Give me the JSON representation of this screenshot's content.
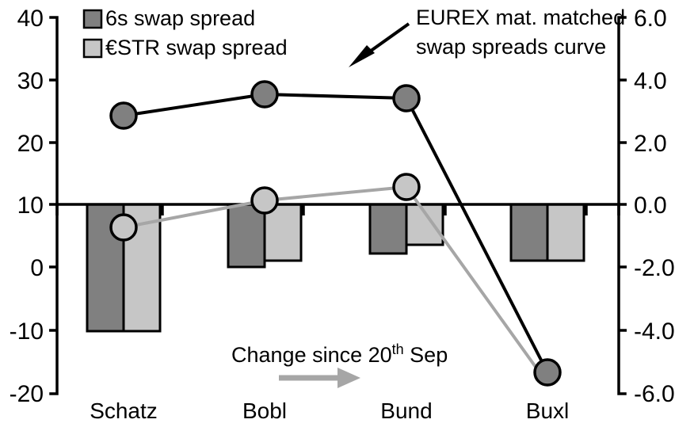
{
  "chart_data": {
    "type": "bar",
    "title": "",
    "subtitle": "",
    "xlabel": "",
    "ylabel": "",
    "y2label": "",
    "categories": [
      "Schatz",
      "Bobl",
      "Bund",
      "Buxl"
    ],
    "left_axis": {
      "ticks": [
        "40",
        "30",
        "20",
        "10",
        "0",
        "-10",
        "-20"
      ],
      "ylim": [
        -20,
        40
      ],
      "step": 10
    },
    "right_axis": {
      "ticks": [
        "6.0",
        "4.0",
        "2.0",
        "0.0",
        "-2.0",
        "-4.0",
        "-6.0"
      ],
      "ylim": [
        -6.0,
        6.0
      ],
      "step": 2.0
    },
    "grid": false,
    "legend": {
      "position": "top-left",
      "entries": [
        {
          "label": "6s swap spread",
          "color": "#808080",
          "type": "bar",
          "axis": "right"
        },
        {
          "label": "€STR swap spread",
          "color": "#c6c6c6",
          "type": "bar",
          "axis": "right"
        }
      ]
    },
    "series": [
      {
        "name": "6s swap spread",
        "type": "bar",
        "axis": "right",
        "color": "#808080",
        "values": [
          -4.05,
          -1.95,
          -1.35,
          -1.78
        ]
      },
      {
        "name": "€STR swap spread",
        "type": "bar",
        "axis": "right",
        "color": "#c6c6c6",
        "values": [
          -4.05,
          -1.78,
          -1.28,
          -1.78
        ]
      },
      {
        "name": "EUREX mat. matched swap spreads curve",
        "type": "line",
        "axis": "left",
        "color": "#000000",
        "marker_color": "#808080",
        "values": [
          24.5,
          27.9,
          27.3,
          -18.0
        ]
      },
      {
        "name": "Change since 20th Sep",
        "type": "line",
        "axis": "left",
        "color": "#a6a6a6",
        "marker_color": "#c6c6c6",
        "values": [
          6.1,
          10.5,
          12.7,
          -19.6
        ]
      }
    ],
    "annotations": [
      {
        "name": "curve-callout",
        "line1": "EUREX mat. matched",
        "line2": "swap spreads curve",
        "arrow": "down-left"
      },
      {
        "name": "change-callout",
        "prefix": "Change since 20",
        "superscript": "th",
        "suffix": " Sep",
        "arrow": "right",
        "arrow_color": "#a6a6a6"
      }
    ]
  },
  "colors": {
    "bar_dark": "#808080",
    "bar_light": "#c6c6c6",
    "line_dark": "#000000",
    "line_light": "#a6a6a6",
    "axis": "#000000",
    "background": "#ffffff"
  }
}
